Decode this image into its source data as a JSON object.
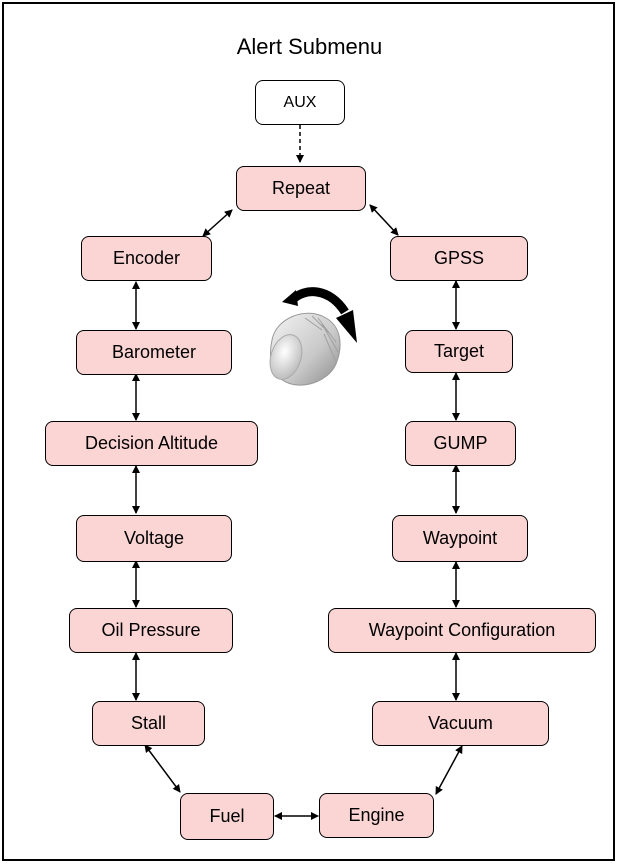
{
  "title": "Alert Submenu",
  "aux": "AUX",
  "left": [
    "Encoder",
    "Barometer",
    "Decision Altitude",
    "Voltage",
    "Oil Pressure",
    "Stall"
  ],
  "top": "Repeat",
  "right": [
    "GPSS",
    "Target",
    "GUMP",
    "Waypoint",
    "Waypoint Configuration",
    "Vacuum"
  ],
  "bottom": [
    "Fuel",
    "Engine"
  ],
  "knob_icon": "rotary-knob-icon"
}
